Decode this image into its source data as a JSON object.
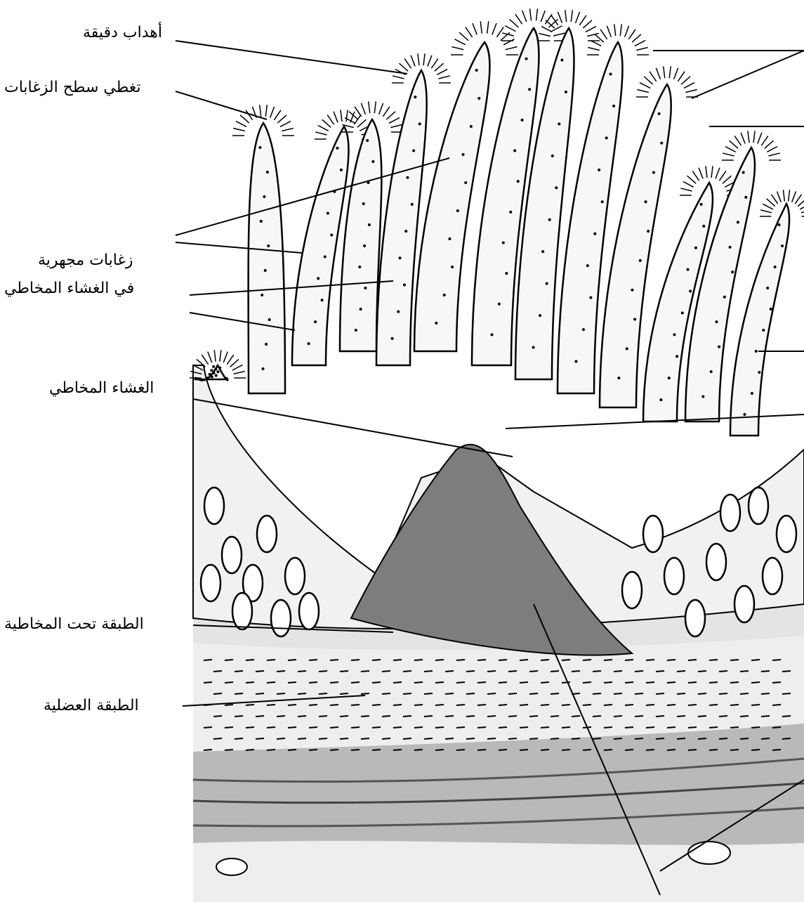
{
  "labels": {
    "cilia": "أهداب دقيقة",
    "cover_villi": "تغطي سطح الزغابات",
    "micro_villi": "زغابات مجهرية",
    "in_mucosa": "في الغشاء المخاطي",
    "mucosa": "الغشاء المخاطي",
    "submucosa": "الطبقة تحت المخاطية",
    "muscle": "الطبقة العضلية"
  },
  "colors": {
    "ink": "#000000",
    "paper": "#ffffff",
    "tissue_shade": "#d8d8d8",
    "deep_shade": "#8a8a8a"
  }
}
